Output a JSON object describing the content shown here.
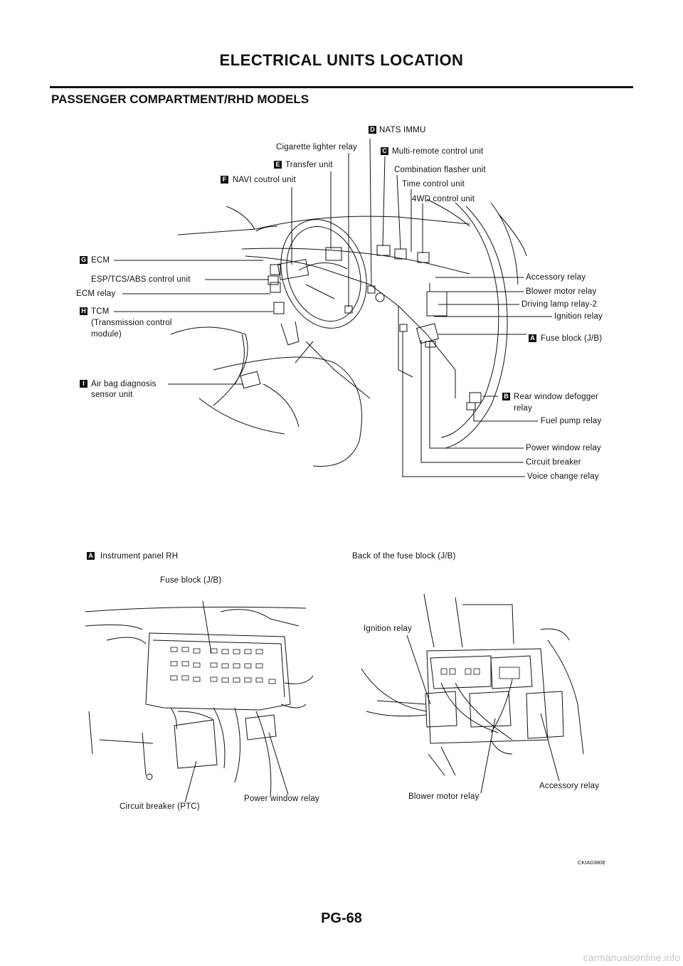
{
  "header": {
    "title": "ELECTRICAL UNITS LOCATION"
  },
  "section": {
    "title": "PASSENGER COMPARTMENT/RHD MODELS"
  },
  "upper_labels": {
    "nats_immu": "NATS IMMU",
    "cig_relay": "Cigarette lighter relay",
    "multi_remote": "Multi-remote control unit",
    "transfer_unit": "Transfer unit",
    "combo_flasher": "Combination flasher unit",
    "navi_unit": "NAVI coutrol unit",
    "time_control": "Time control unit",
    "fourwd_unit": "4WD control unit",
    "ecm": "ECM",
    "esp_unit": "ESP/TCS/ABS control unit",
    "ecm_relay": "ECM relay",
    "tcm_1": "TCM",
    "tcm_2": "(Transmission control",
    "tcm_3": "module)",
    "airbag_1": "Air bag diagnosis",
    "airbag_2": "sensor unit",
    "accessory_relay": "Accessory relay",
    "blower_relay": "Blower motor relay",
    "driving_lamp": "Driving lamp relay-2",
    "ignition_relay": "Ignition relay",
    "fuse_block": "Fuse block (J/B)",
    "rear_defog_1": "Rear window defogger",
    "rear_defog_2": "relay",
    "fuel_pump": "Fuel pump relay",
    "power_window": "Power window relay",
    "circuit_breaker": "Circuit breaker",
    "voice_change": "Voice change relay"
  },
  "badges": {
    "A": "A",
    "B": "B",
    "C": "C",
    "D": "D",
    "E": "E",
    "F": "F",
    "G": "G",
    "H": "H",
    "I": "I"
  },
  "lower_left": {
    "title": "Instrument panel RH",
    "fuse_block": "Fuse block (J/B)",
    "circuit_breaker": "Circuit breaker (PTC)",
    "power_window": "Power window relay"
  },
  "lower_right": {
    "title": "Back of the fuse block (J/B)",
    "ignition_relay": "Ignition relay",
    "blower_relay": "Blower motor relay",
    "accessory_relay": "Accessory relay"
  },
  "figure_code": "CKIA0380E",
  "footer": {
    "page": "PG-68"
  },
  "watermark": "carmanualsonline.info"
}
